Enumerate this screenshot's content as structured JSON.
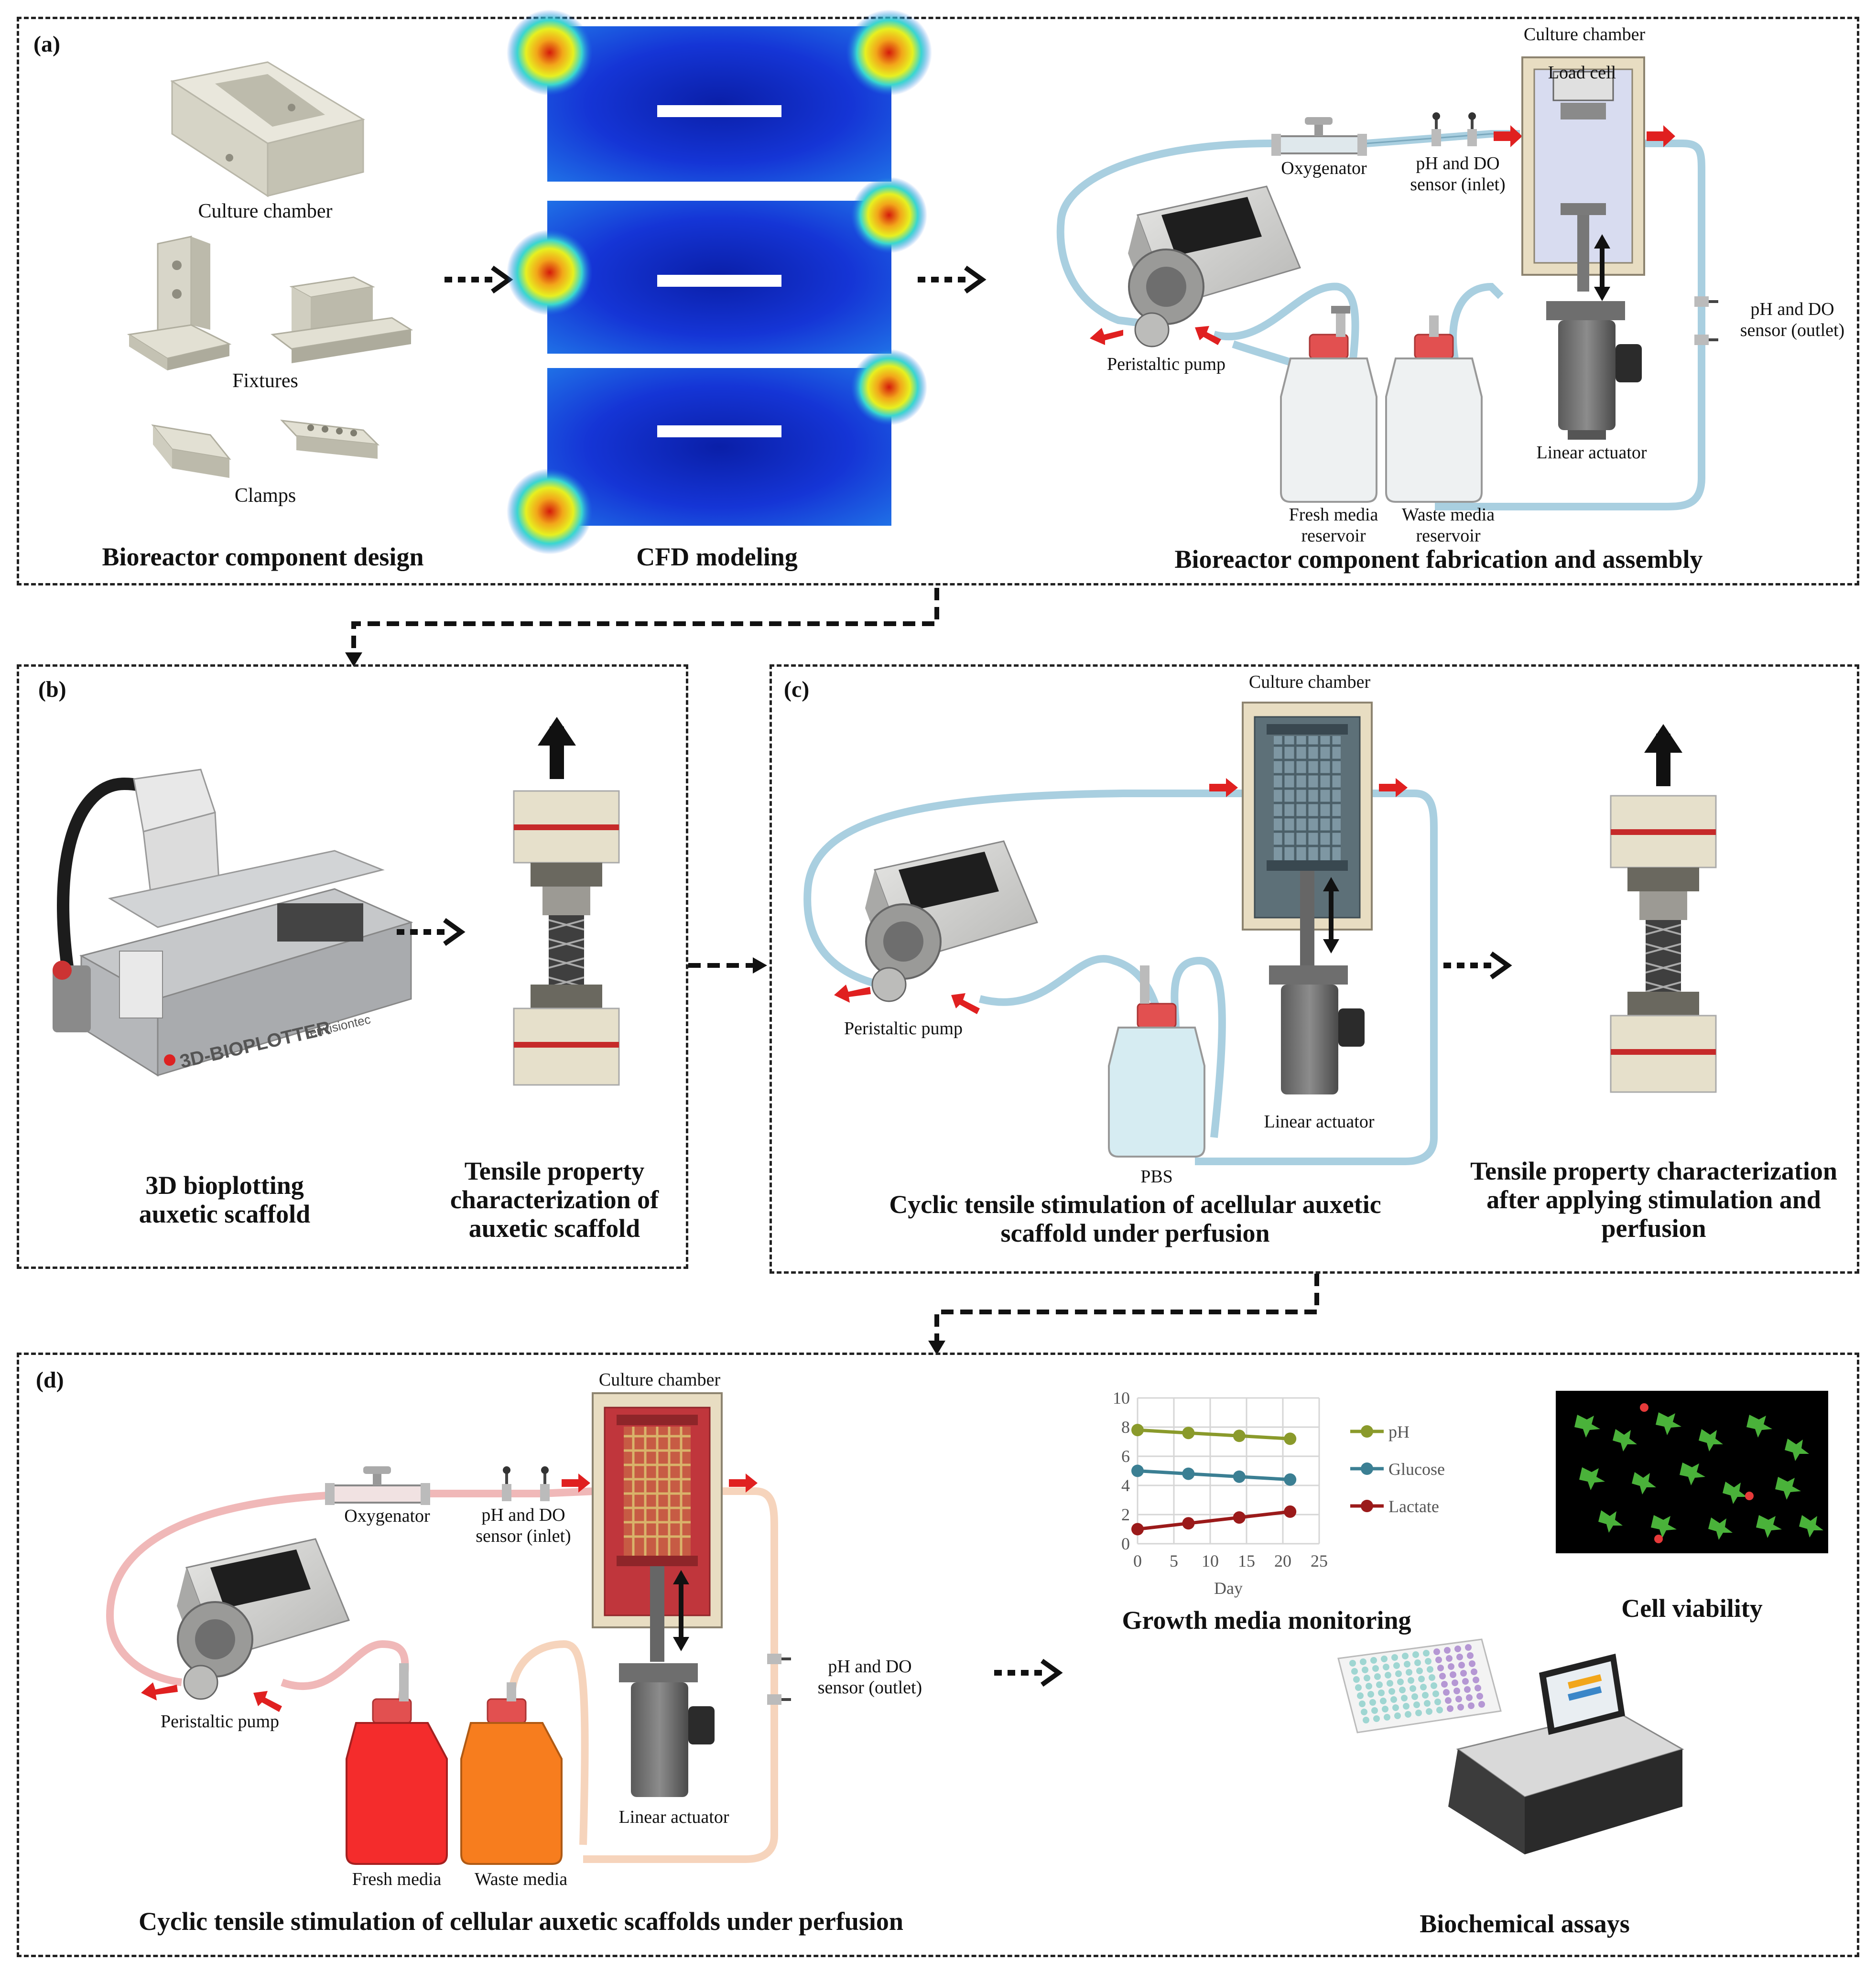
{
  "panel_a": {
    "label": "(a)",
    "design": {
      "culture_chamber": "Culture chamber",
      "fixtures": "Fixtures",
      "clamps": "Clamps",
      "caption": "Bioreactor component design"
    },
    "cfd_caption": "CFD modeling",
    "assembly": {
      "culture_chamber": "Culture chamber",
      "load_cell": "Load cell",
      "oxygenator": "Oxygenator",
      "ph_do_inlet": "pH and DO sensor (inlet)",
      "ph_do_outlet": "pH and DO sensor (outlet)",
      "peristaltic_pump": "Peristaltic pump",
      "linear_actuator": "Linear actuator",
      "fresh_reservoir": "Fresh media reservoir",
      "waste_reservoir": "Waste media reservoir",
      "caption": "Bioreactor component fabrication and assembly"
    }
  },
  "panel_b": {
    "label": "(b)",
    "bioplotter_brand": "3D-BIOPLOTTER",
    "bioplotter_maker": "envisiontec",
    "caption_left": "3D bioplotting auxetic scaffold",
    "caption_right": "Tensile property characterization of auxetic scaffold"
  },
  "panel_c": {
    "label": "(c)",
    "culture_chamber": "Culture chamber",
    "peristaltic_pump": "Peristaltic pump",
    "linear_actuator": "Linear actuator",
    "pbs": "PBS",
    "caption_main": "Cyclic tensile stimulation of acellular auxetic scaffold under perfusion",
    "caption_right": "Tensile property characterization after applying stimulation and perfusion"
  },
  "panel_d": {
    "label": "(d)",
    "culture_chamber": "Culture chamber",
    "oxygenator": "Oxygenator",
    "ph_do_inlet": "pH and DO sensor (inlet)",
    "ph_do_outlet": "pH and DO sensor (outlet)",
    "peristaltic_pump": "Peristaltic pump",
    "linear_actuator": "Linear actuator",
    "fresh_media": "Fresh media",
    "waste_media": "Waste media",
    "caption_main": "Cyclic tensile stimulation of cellular auxetic scaffolds under perfusion",
    "chart_caption": "Growth media monitoring",
    "viability_caption": "Cell viability",
    "assay_caption": "Biochemical assays"
  },
  "chart_data": {
    "type": "line",
    "title": "",
    "xlabel": "Day",
    "ylabel": "",
    "xlim": [
      0,
      25
    ],
    "ylim": [
      0,
      10
    ],
    "xticks": [
      0,
      5,
      10,
      15,
      20,
      25
    ],
    "yticks": [
      0,
      2,
      4,
      6,
      8,
      10
    ],
    "grid": true,
    "legend": "right",
    "series": [
      {
        "name": "pH",
        "color": "#8a9a2b",
        "x": [
          0,
          7,
          14,
          21
        ],
        "y": [
          7.8,
          7.6,
          7.4,
          7.2
        ]
      },
      {
        "name": "Glucose",
        "color": "#3b7f93",
        "x": [
          0,
          7,
          14,
          21
        ],
        "y": [
          5.0,
          4.8,
          4.6,
          4.4
        ]
      },
      {
        "name": "Lactate",
        "color": "#9b1a1a",
        "x": [
          0,
          7,
          14,
          21
        ],
        "y": [
          1.0,
          1.4,
          1.8,
          2.2
        ]
      }
    ]
  }
}
